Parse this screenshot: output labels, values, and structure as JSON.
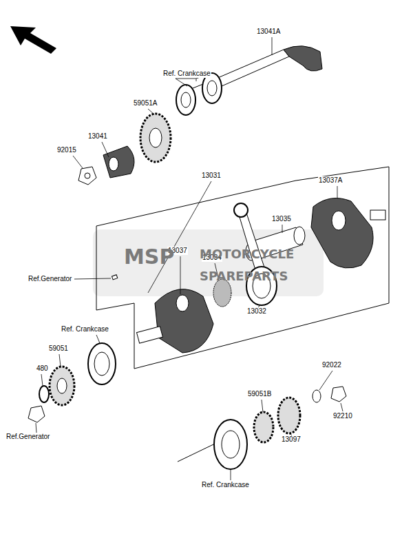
{
  "diagram": {
    "labels": [
      "13041A",
      "Ref. Crankcase",
      "59051A",
      "13041",
      "92015",
      "13031",
      "13037A",
      "13035",
      "13037",
      "13034",
      "Ref.Generator",
      "13032",
      "Ref. Crankcase",
      "59051",
      "480",
      "92022",
      "59051B",
      "92210",
      "13097",
      "Ref.Generator",
      "Ref. Crankcase",
      "MSP",
      "MOTORCYCLE",
      "SPAREPARTS"
    ]
  }
}
